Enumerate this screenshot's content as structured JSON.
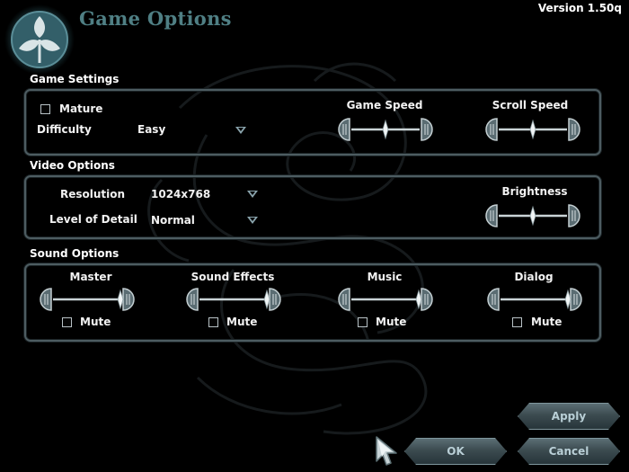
{
  "header": {
    "title": "Game Options",
    "version": "Version 1.50q"
  },
  "game_settings": {
    "section_label": "Game Settings",
    "mature": {
      "label": "Mature",
      "checked": false
    },
    "difficulty": {
      "label": "Difficulty",
      "value": "Easy"
    },
    "game_speed": {
      "label": "Game Speed",
      "level": 0.5
    },
    "scroll_speed": {
      "label": "Scroll Speed",
      "level": 0.5
    }
  },
  "video_options": {
    "section_label": "Video Options",
    "resolution": {
      "label": "Resolution",
      "value": "1024x768"
    },
    "level_of_detail": {
      "label": "Level of Detail",
      "value": "Normal"
    },
    "brightness": {
      "label": "Brightness",
      "level": 0.5
    }
  },
  "sound_options": {
    "section_label": "Sound Options",
    "mute_label": "Mute",
    "channels": [
      {
        "label": "Master",
        "level": 1.0,
        "muted": false
      },
      {
        "label": "Sound Effects",
        "level": 1.0,
        "muted": false
      },
      {
        "label": "Music",
        "level": 1.0,
        "muted": false
      },
      {
        "label": "Dialog",
        "level": 1.0,
        "muted": false
      }
    ]
  },
  "buttons": {
    "apply": "Apply",
    "ok": "OK",
    "cancel": "Cancel"
  },
  "colors": {
    "title": "#4f7f84",
    "panel_border": "#4d5c61",
    "button_text": "#b9cfd6"
  },
  "icons": {
    "logo": "emblem-logo-icon",
    "cursor": "arrow-cursor-icon",
    "dropdown": "dropdown-arrow-icon"
  }
}
